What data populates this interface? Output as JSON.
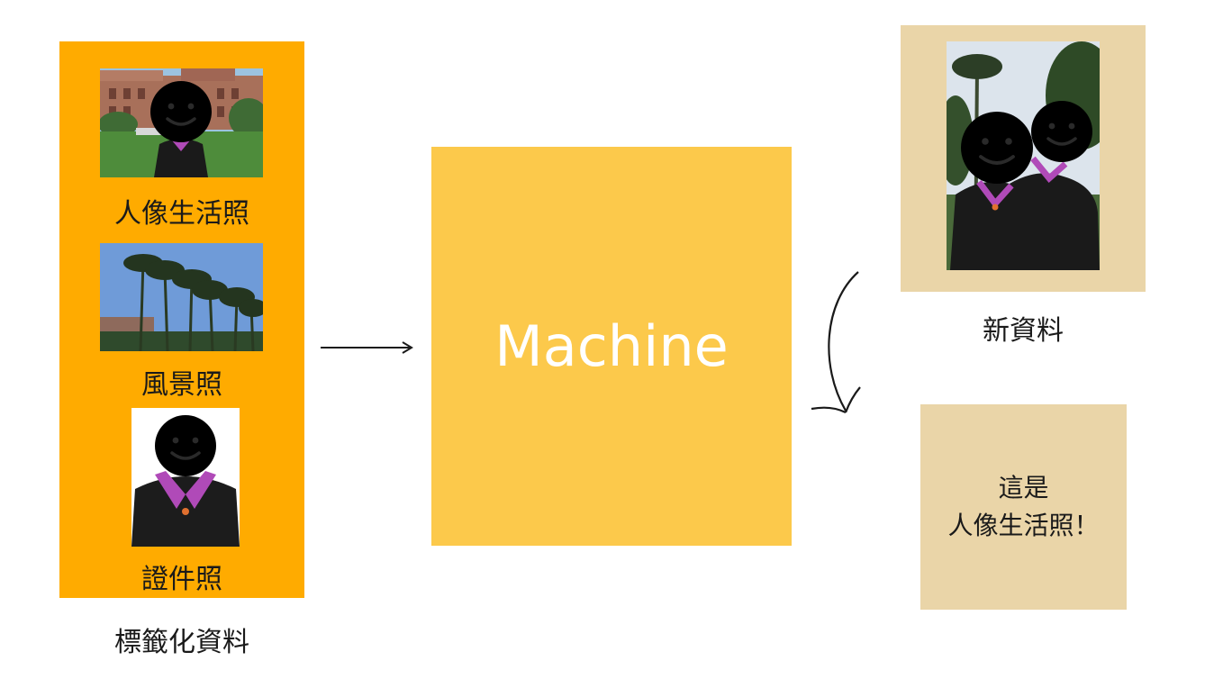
{
  "training_set": {
    "caption": "標籤化資料",
    "items": [
      {
        "label": "人像生活照",
        "image": "portrait-lifestyle-photo"
      },
      {
        "label": "風景照",
        "image": "landscape-palm-trees-photo"
      },
      {
        "label": "證件照",
        "image": "id-photo-graduation-gown"
      }
    ]
  },
  "model": {
    "label": "Machine"
  },
  "new_data": {
    "caption": "新資料",
    "image": "two-graduates-photo"
  },
  "prediction": {
    "line1": "這是",
    "line2": "人像生活照！"
  },
  "colors": {
    "labeled_panel": "#FFAB00",
    "machine_box": "#FCC94B",
    "new_data_panel": "#EAD5A8",
    "smiley": "#F9C84D"
  }
}
